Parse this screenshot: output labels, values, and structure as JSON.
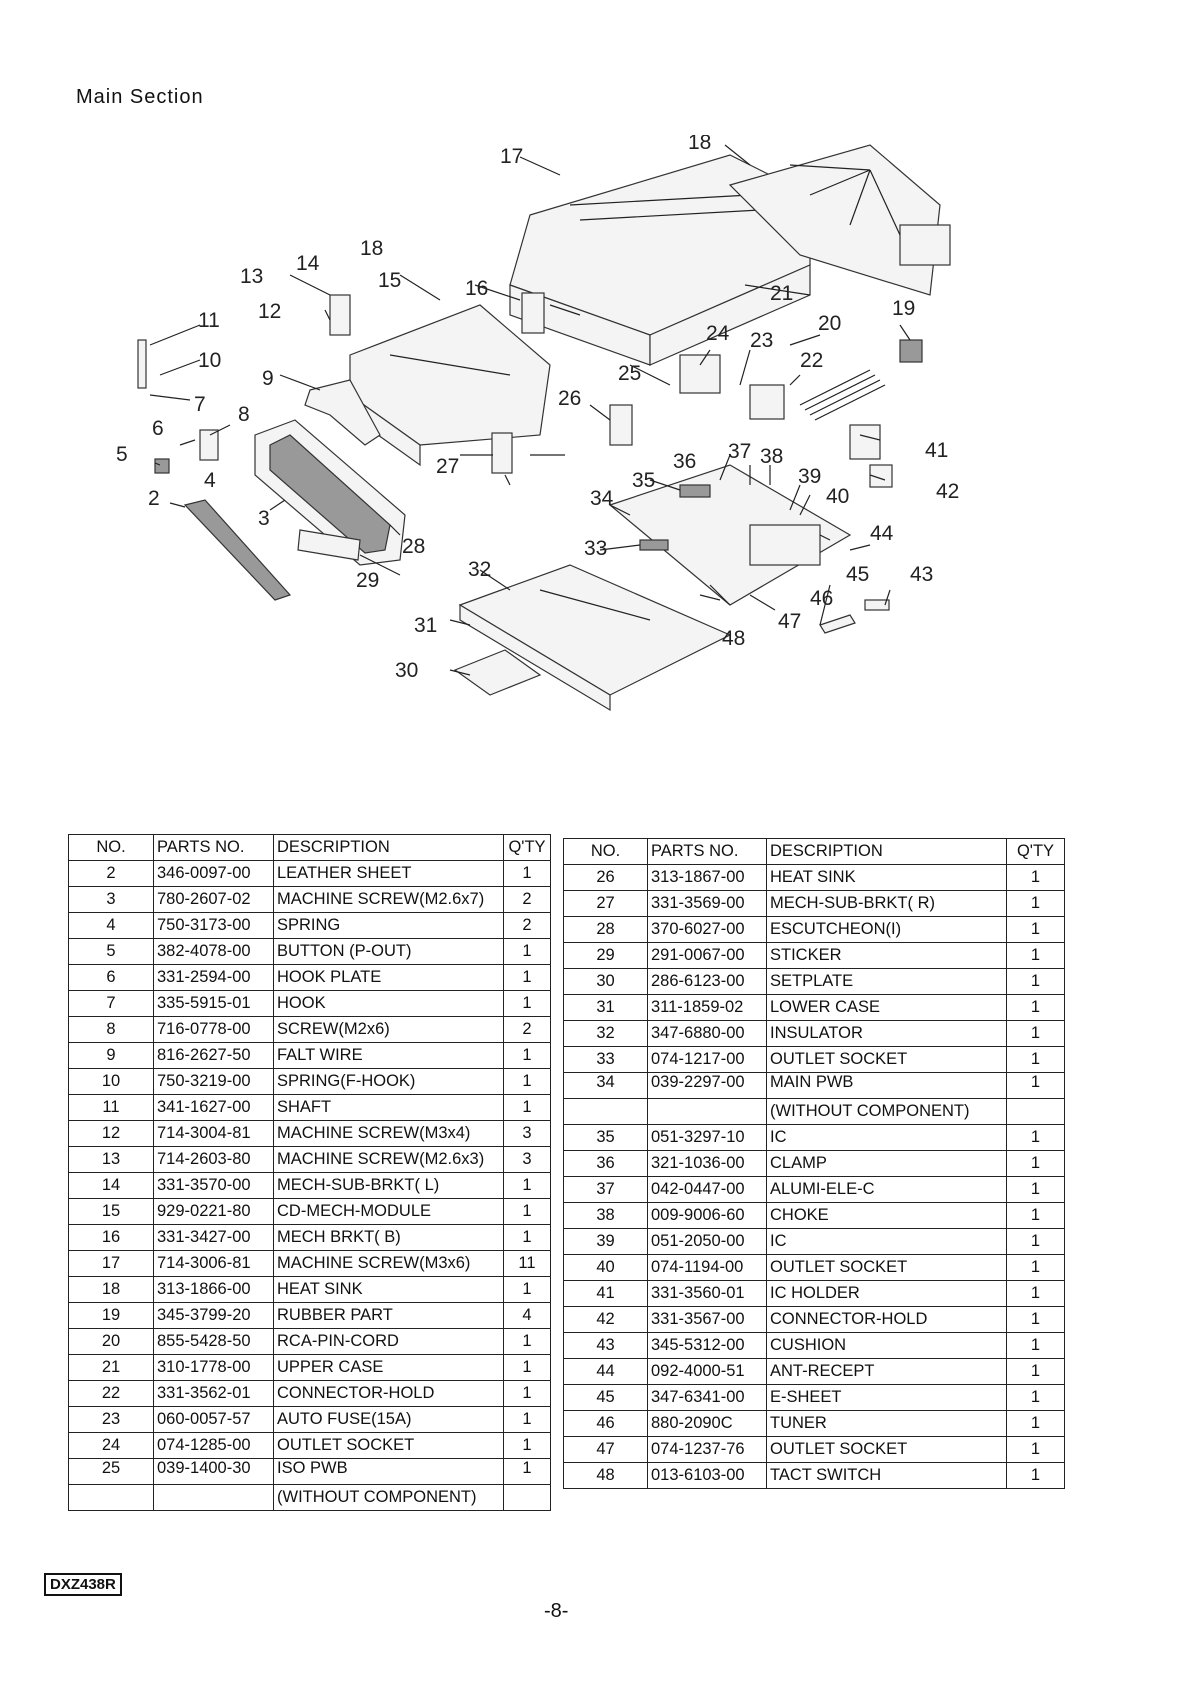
{
  "section_title": "Main  Section",
  "model_code": "DXZ438R",
  "page_number": "-8-",
  "table_headers": {
    "no": "NO.",
    "parts_no": "PARTS NO.",
    "description": "DESCRIPTION",
    "qty": "Q'TY"
  },
  "callouts": [
    "2",
    "3",
    "4",
    "5",
    "6",
    "7",
    "8",
    "9",
    "10",
    "11",
    "12",
    "13",
    "14",
    "15",
    "16",
    "17",
    "18",
    "19",
    "20",
    "21",
    "22",
    "23",
    "24",
    "25",
    "26",
    "27",
    "28",
    "29",
    "30",
    "31",
    "32",
    "33",
    "34",
    "35",
    "36",
    "37",
    "38",
    "39",
    "40",
    "41",
    "42",
    "43",
    "44",
    "45",
    "46",
    "47",
    "48"
  ],
  "parts_left": [
    {
      "no": "2",
      "parts_no": "346-0097-00",
      "description": "LEATHER SHEET",
      "qty": "1"
    },
    {
      "no": "3",
      "parts_no": "780-2607-02",
      "description": "MACHINE SCREW(M2.6x7)",
      "qty": "2"
    },
    {
      "no": "4",
      "parts_no": "750-3173-00",
      "description": "SPRING",
      "qty": "2"
    },
    {
      "no": "5",
      "parts_no": "382-4078-00",
      "description": "BUTTON (P-OUT)",
      "qty": "1"
    },
    {
      "no": "6",
      "parts_no": "331-2594-00",
      "description": "HOOK PLATE",
      "qty": "1"
    },
    {
      "no": "7",
      "parts_no": "335-5915-01",
      "description": "HOOK",
      "qty": "1"
    },
    {
      "no": "8",
      "parts_no": "716-0778-00",
      "description": "SCREW(M2x6)",
      "qty": "2"
    },
    {
      "no": "9",
      "parts_no": "816-2627-50",
      "description": "FALT WIRE",
      "qty": "1"
    },
    {
      "no": "10",
      "parts_no": "750-3219-00",
      "description": "SPRING(F-HOOK)",
      "qty": "1"
    },
    {
      "no": "11",
      "parts_no": "341-1627-00",
      "description": "SHAFT",
      "qty": "1"
    },
    {
      "no": "12",
      "parts_no": "714-3004-81",
      "description": "MACHINE SCREW(M3x4)",
      "qty": "3"
    },
    {
      "no": "13",
      "parts_no": "714-2603-80",
      "description": "MACHINE SCREW(M2.6x3)",
      "qty": "3"
    },
    {
      "no": "14",
      "parts_no": "331-3570-00",
      "description": "MECH-SUB-BRKT( L)",
      "qty": "1"
    },
    {
      "no": "15",
      "parts_no": "929-0221-80",
      "description": "CD-MECH-MODULE",
      "qty": "1"
    },
    {
      "no": "16",
      "parts_no": "331-3427-00",
      "description": "MECH BRKT( B)",
      "qty": "1"
    },
    {
      "no": "17",
      "parts_no": "714-3006-81",
      "description": "MACHINE SCREW(M3x6)",
      "qty": "11"
    },
    {
      "no": "18",
      "parts_no": "313-1866-00",
      "description": "HEAT SINK",
      "qty": "1"
    },
    {
      "no": "19",
      "parts_no": "345-3799-20",
      "description": "RUBBER PART",
      "qty": "4"
    },
    {
      "no": "20",
      "parts_no": "855-5428-50",
      "description": "RCA-PIN-CORD",
      "qty": "1"
    },
    {
      "no": "21",
      "parts_no": "310-1778-00",
      "description": "UPPER CASE",
      "qty": "1"
    },
    {
      "no": "22",
      "parts_no": "331-3562-01",
      "description": "CONNECTOR-HOLD",
      "qty": "1"
    },
    {
      "no": "23",
      "parts_no": "060-0057-57",
      "description": "AUTO FUSE(15A)",
      "qty": "1"
    },
    {
      "no": "24",
      "parts_no": "074-1285-00",
      "description": "OUTLET SOCKET",
      "qty": "1"
    },
    {
      "no": "25",
      "parts_no": "039-1400-30",
      "description": "ISO PWB",
      "description2": "(WITHOUT COMPONENT)",
      "qty": "1"
    }
  ],
  "parts_right": [
    {
      "no": "26",
      "parts_no": "313-1867-00",
      "description": "HEAT SINK",
      "qty": "1"
    },
    {
      "no": "27",
      "parts_no": "331-3569-00",
      "description": "MECH-SUB-BRKT( R)",
      "qty": "1"
    },
    {
      "no": "28",
      "parts_no": "370-6027-00",
      "description": "ESCUTCHEON(I)",
      "qty": "1"
    },
    {
      "no": "29",
      "parts_no": "291-0067-00",
      "description": "STICKER",
      "qty": "1"
    },
    {
      "no": "30",
      "parts_no": "286-6123-00",
      "description": "SETPLATE",
      "qty": "1"
    },
    {
      "no": "31",
      "parts_no": "311-1859-02",
      "description": "LOWER CASE",
      "qty": "1"
    },
    {
      "no": "32",
      "parts_no": "347-6880-00",
      "description": "INSULATOR",
      "qty": "1"
    },
    {
      "no": "33",
      "parts_no": "074-1217-00",
      "description": "OUTLET SOCKET",
      "qty": "1"
    },
    {
      "no": "34",
      "parts_no": "039-2297-00",
      "description": "MAIN PWB",
      "description2": "(WITHOUT COMPONENT)",
      "qty": "1"
    },
    {
      "no": "35",
      "parts_no": "051-3297-10",
      "description": "IC",
      "qty": "1"
    },
    {
      "no": "36",
      "parts_no": "321-1036-00",
      "description": "CLAMP",
      "qty": "1"
    },
    {
      "no": "37",
      "parts_no": "042-0447-00",
      "description": "ALUMI-ELE-C",
      "qty": "1"
    },
    {
      "no": "38",
      "parts_no": "009-9006-60",
      "description": "CHOKE",
      "qty": "1"
    },
    {
      "no": "39",
      "parts_no": "051-2050-00",
      "description": "IC",
      "qty": "1"
    },
    {
      "no": "40",
      "parts_no": "074-1194-00",
      "description": "OUTLET SOCKET",
      "qty": "1"
    },
    {
      "no": "41",
      "parts_no": "331-3560-01",
      "description": "IC HOLDER",
      "qty": "1"
    },
    {
      "no": "42",
      "parts_no": "331-3567-00",
      "description": "CONNECTOR-HOLD",
      "qty": "1"
    },
    {
      "no": "43",
      "parts_no": "345-5312-00",
      "description": "CUSHION",
      "qty": "1"
    },
    {
      "no": "44",
      "parts_no": "092-4000-51",
      "description": "ANT-RECEPT",
      "qty": "1"
    },
    {
      "no": "45",
      "parts_no": "347-6341-00",
      "description": "E-SHEET",
      "qty": "1"
    },
    {
      "no": "46",
      "parts_no": "880-2090C",
      "description": "TUNER",
      "qty": "1"
    },
    {
      "no": "47",
      "parts_no": "074-1237-76",
      "description": "OUTLET SOCKET",
      "qty": "1"
    },
    {
      "no": "48",
      "parts_no": "013-6103-00",
      "description": "TACT SWITCH",
      "qty": "1"
    }
  ]
}
